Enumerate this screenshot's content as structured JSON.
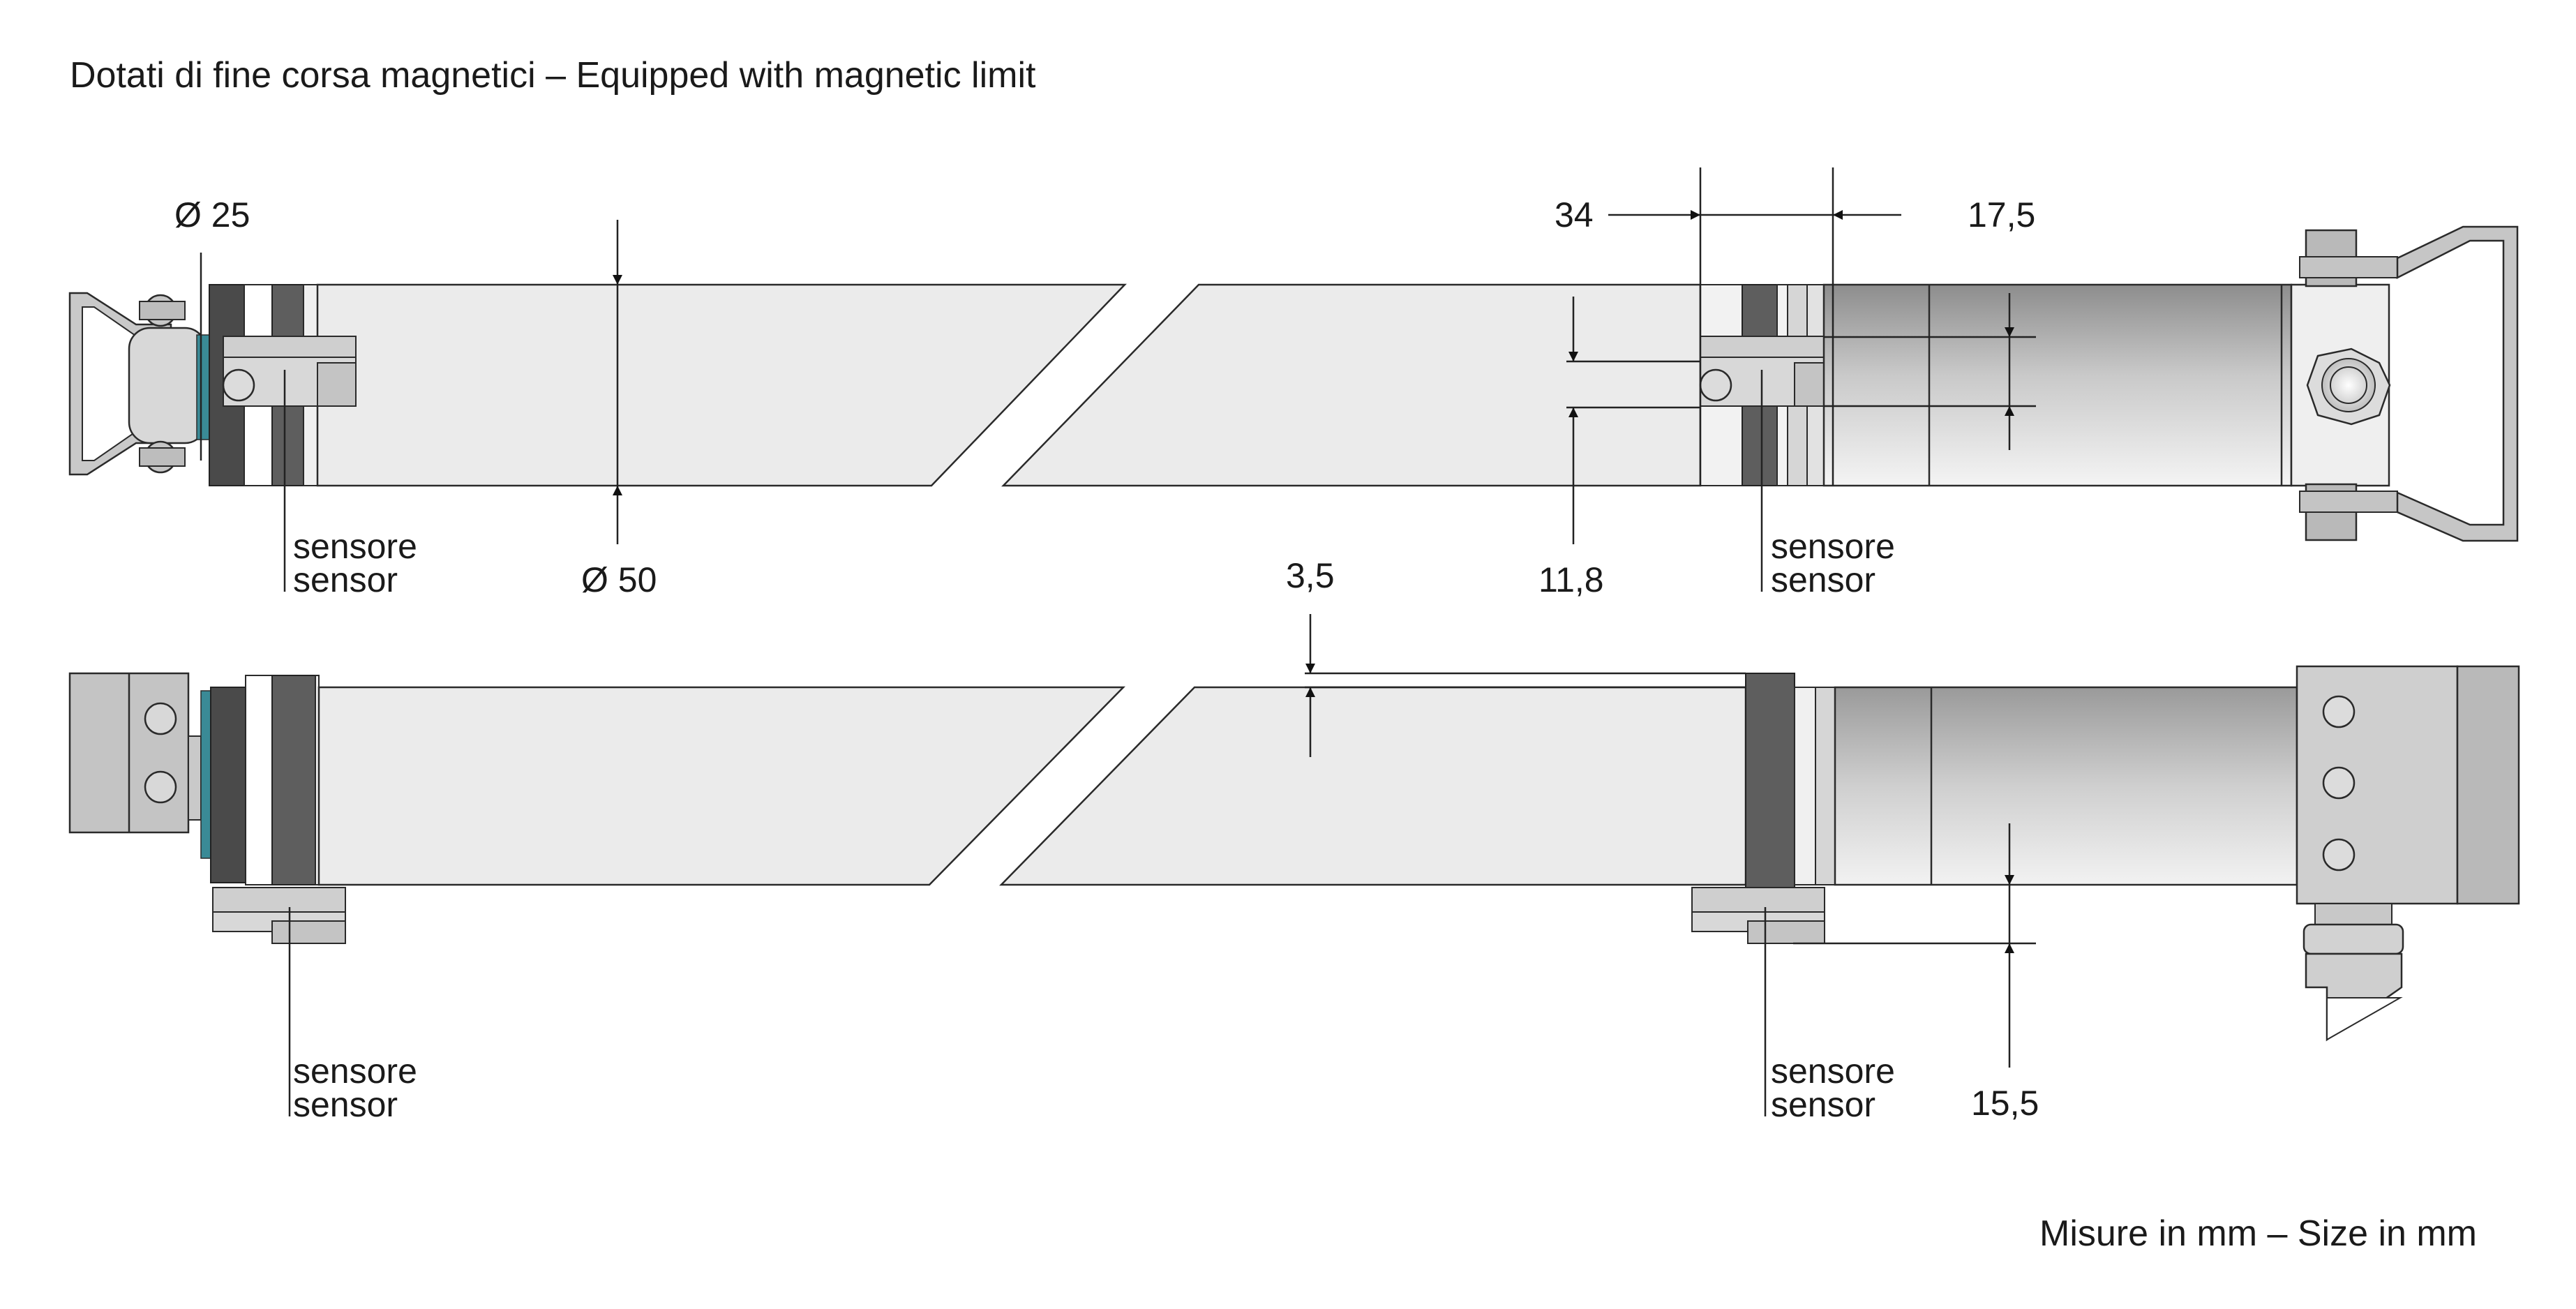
{
  "title": "Dotati di fine corsa magnetici – Equipped with magnetic limit",
  "footer": "Misure in mm – Size in mm",
  "top_view": {
    "dia_rod": "Ø 25",
    "dia_tube": "Ø 50",
    "dim_34": "34",
    "dim_17_5": "17,5",
    "dim_11_8": "11,8",
    "sensor_left": {
      "line1": "sensore",
      "line2": "sensor"
    },
    "sensor_right": {
      "line1": "sensore",
      "line2": "sensor"
    }
  },
  "bottom_view": {
    "dim_3_5": "3,5",
    "dim_15_5": "15,5",
    "sensor_left": {
      "line1": "sensore",
      "line2": "sensor"
    },
    "sensor_right": {
      "line1": "sensore",
      "line2": "sensor"
    }
  },
  "colors": {
    "tube_fill": "#ebebeb",
    "ring_dark": "#5a5a5a",
    "ring_darker": "#3a3a3a",
    "metal_light": "#d4d4d4",
    "metal_mid": "#b8b8b8",
    "rod_accent": "#3a8a96"
  }
}
